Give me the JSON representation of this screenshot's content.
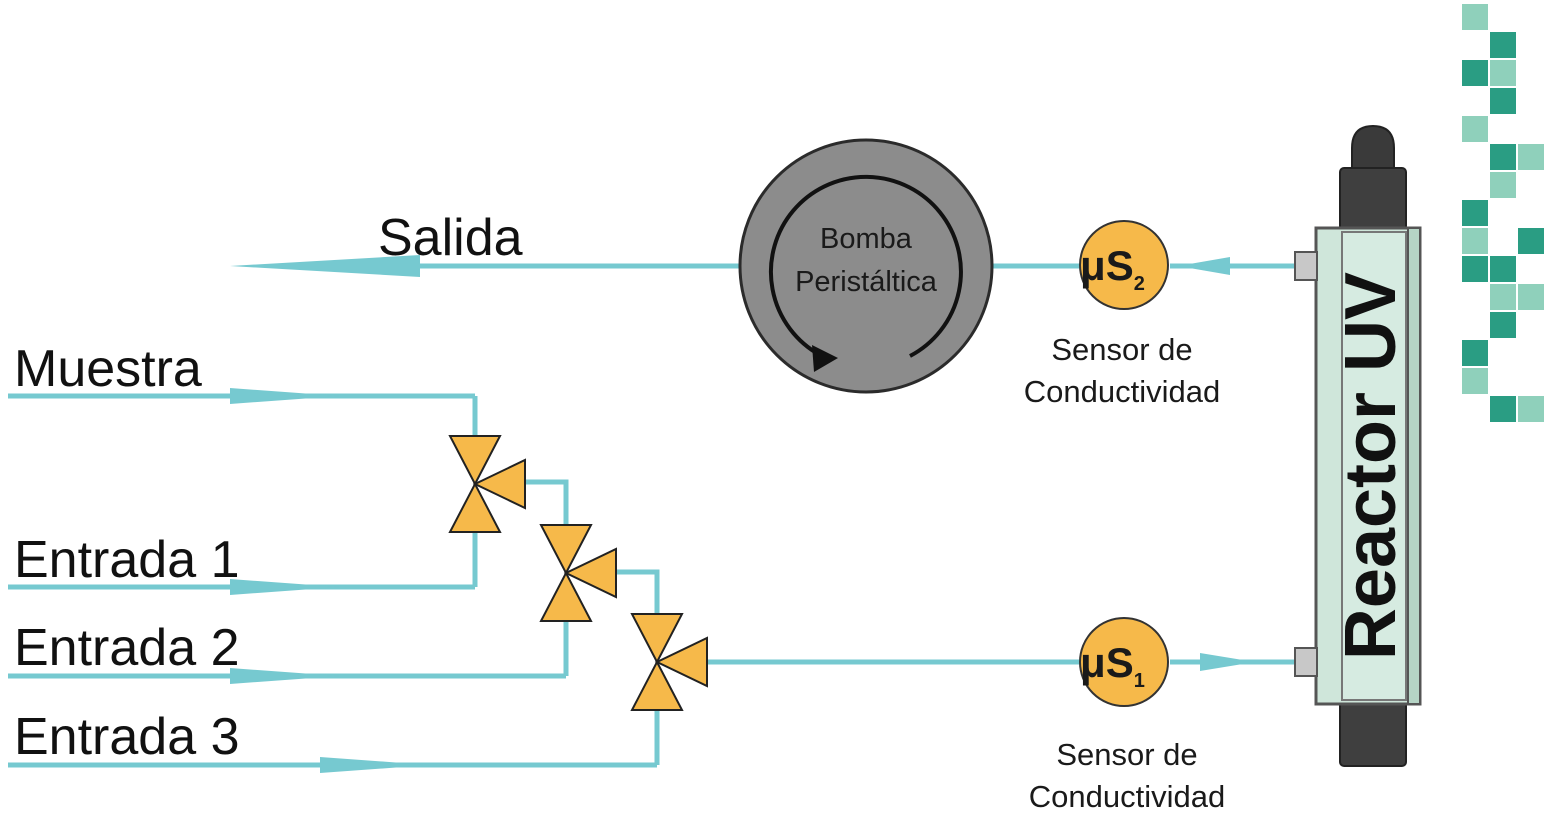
{
  "colors": {
    "pipe": "#76c9d0",
    "valve": "#f6b94a",
    "sensor": "#f6b94a",
    "pump": "#8c8c8c",
    "reactor_glass": "#cfe6da",
    "reactor_body": "#3f3f3f",
    "mosaic_dark": "#2a9d83",
    "mosaic_light": "#8fd0bb"
  },
  "labels": {
    "salida": "Salida",
    "muestra": "Muestra",
    "entrada1": "Entrada 1",
    "entrada2": "Entrada  2",
    "entrada3": "Entrada 3"
  },
  "pump": {
    "line1": "Bomba",
    "line2": "Peristáltica"
  },
  "sensor2": {
    "symbol": "μS",
    "subscript": "2",
    "caption_line1": "Sensor de",
    "caption_line2": "Conductividad"
  },
  "sensor1": {
    "symbol": "μS",
    "subscript": "1",
    "caption_line1": "Sensor de",
    "caption_line2": "Conductividad"
  },
  "reactor": {
    "label": "Reactor UV"
  }
}
